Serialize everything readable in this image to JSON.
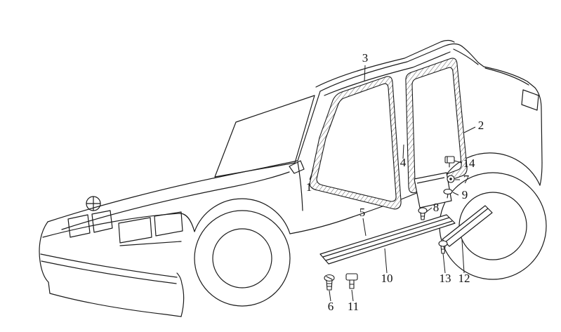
{
  "diagram": {
    "background_color": "#ffffff",
    "line_color": "#1b1b1b",
    "callouts": {
      "c1": "1",
      "c2": "2",
      "c3": "3",
      "c4": "4",
      "c5": "5",
      "c6": "6",
      "c7": "7",
      "c8": "8",
      "c9": "9",
      "c10": "10",
      "c11": "11",
      "c12": "12",
      "c13": "13",
      "c14": "14"
    }
  }
}
